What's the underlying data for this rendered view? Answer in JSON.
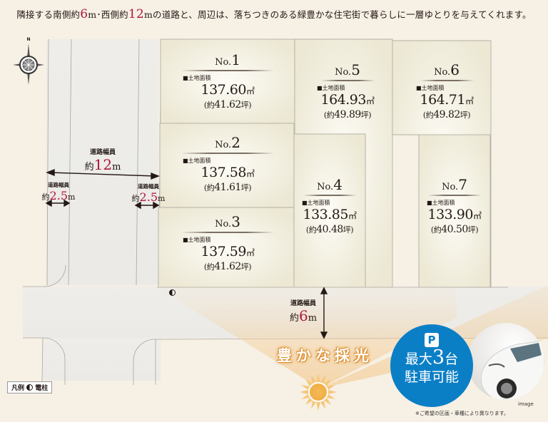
{
  "headline": {
    "part1": "隣接する南側約",
    "south_width": "6",
    "part2": "m･西側約",
    "west_width": "12",
    "part3": "mの道路と、周辺は、落ちつきのある緑豊かな住宅街で暮らしに一層ゆとりを与えてくれます。"
  },
  "compass": {
    "north_label": "N"
  },
  "lots": [
    {
      "no_prefix": "No.",
      "no": "1",
      "caption": "■土地面積",
      "area": "137.60",
      "area_unit": "㎡",
      "tsubo_prefix": "(約",
      "tsubo": "41.62",
      "tsubo_suffix": "坪)"
    },
    {
      "no_prefix": "No.",
      "no": "2",
      "caption": "■土地面積",
      "area": "137.58",
      "area_unit": "㎡",
      "tsubo_prefix": "(約",
      "tsubo": "41.61",
      "tsubo_suffix": "坪)"
    },
    {
      "no_prefix": "No.",
      "no": "3",
      "caption": "■土地面積",
      "area": "137.59",
      "area_unit": "㎡",
      "tsubo_prefix": "(約",
      "tsubo": "41.62",
      "tsubo_suffix": "坪)"
    },
    {
      "no_prefix": "No.",
      "no": "4",
      "caption": "■土地面積",
      "area": "133.85",
      "area_unit": "㎡",
      "tsubo_prefix": "(約",
      "tsubo": "40.48",
      "tsubo_suffix": "坪)"
    },
    {
      "no_prefix": "No.",
      "no": "5",
      "caption": "■土地面積",
      "area": "164.93",
      "area_unit": "㎡",
      "tsubo_prefix": "(約",
      "tsubo": "49.89",
      "tsubo_suffix": "坪)"
    },
    {
      "no_prefix": "No.",
      "no": "6",
      "caption": "■土地面積",
      "area": "164.71",
      "area_unit": "㎡",
      "tsubo_prefix": "(約",
      "tsubo": "49.82",
      "tsubo_suffix": "坪)"
    },
    {
      "no_prefix": "No.",
      "no": "7",
      "caption": "■土地面積",
      "area": "133.90",
      "area_unit": "㎡",
      "tsubo_prefix": "(約",
      "tsubo": "40.50",
      "tsubo_suffix": "坪)"
    }
  ],
  "roads": {
    "west_main": {
      "caption": "道路幅員",
      "prefix": "約",
      "value": "12",
      "unit": "m"
    },
    "west_sidewalk_left": {
      "caption": "道路幅員",
      "prefix": "約",
      "value": "2.5",
      "unit": "m"
    },
    "west_sidewalk_right": {
      "caption": "道路幅員",
      "prefix": "約",
      "value": "2.5",
      "unit": "m"
    },
    "south": {
      "caption": "道路幅員",
      "prefix": "約",
      "value": "6",
      "unit": "m"
    }
  },
  "sunlight_label": "豊かな採光",
  "parking": {
    "icon": "P",
    "line1_prefix": "最大",
    "count": "3",
    "line1_suffix": "台",
    "line2": "駐車可能",
    "image_caption": "image",
    "note": "※ご希望の区画・車種により異なります。"
  },
  "legend": {
    "label": "凡例",
    "item": "電柱"
  },
  "colors": {
    "background": "#f7f0e5",
    "lot_fill": "#efecdc",
    "road_fill": "#ecebe8",
    "accent_red": "#b0163b",
    "parking_blue": "#0b7fc6",
    "sun_orange": "#f2b25a"
  }
}
